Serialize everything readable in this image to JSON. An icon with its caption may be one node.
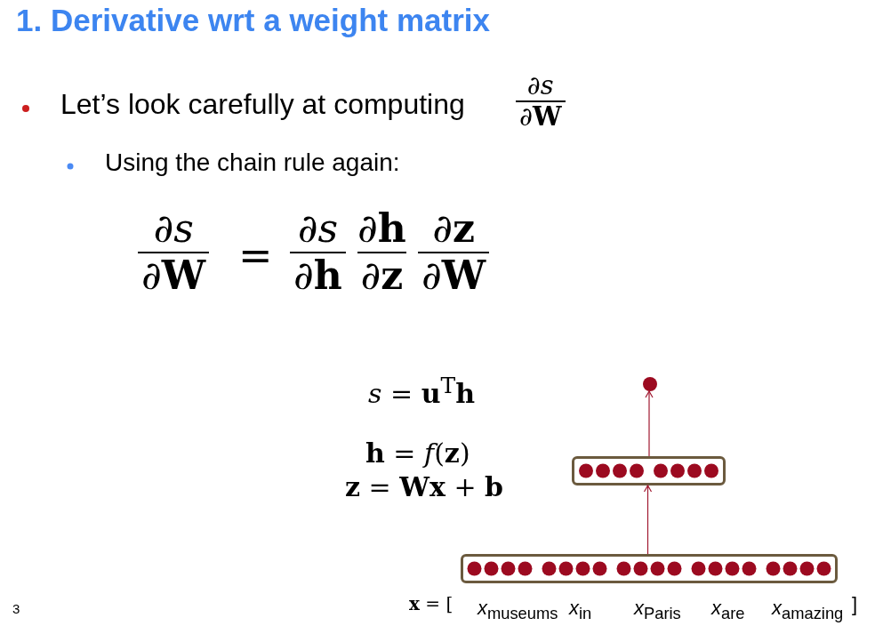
{
  "diagram": {
    "title": "1. Derivative wrt a weight matrix",
    "nodes": [
      {
        "text": [],
        "shape": "circle"
      },
      {
        "text": [],
        "shape": "box"
      },
      {
        "text": [],
        "shape": "box"
      }
    ],
    "edges": [
      {
        "from": 2,
        "to": 1,
        "arrow": "to"
      },
      {
        "from": 1,
        "to": 0,
        "arrow": "to"
      }
    ],
    "labels": [
      "Let’s look carefully at computing",
      "∂*s*",
      "∂**W**",
      "Using the chain rule again:",
      "∂*s*",
      "∂**W**",
      "=",
      "∂*s*",
      "∂**h**",
      "∂**h**",
      "∂**z**",
      "∂**z**",
      "∂**W**",
      "*s* = **u**$^{T}$**h**",
      "**h** = *f*(**z**)",
      "**z** = **Wx** + **b**",
      "**x** = [",
      "*x*$_{museums}$",
      "*x*$_{in}$",
      "*x*$_{Paris}$",
      "*x*$_{are}$",
      "*x*$_{amazing}$",
      "]",
      "3"
    ]
  }
}
